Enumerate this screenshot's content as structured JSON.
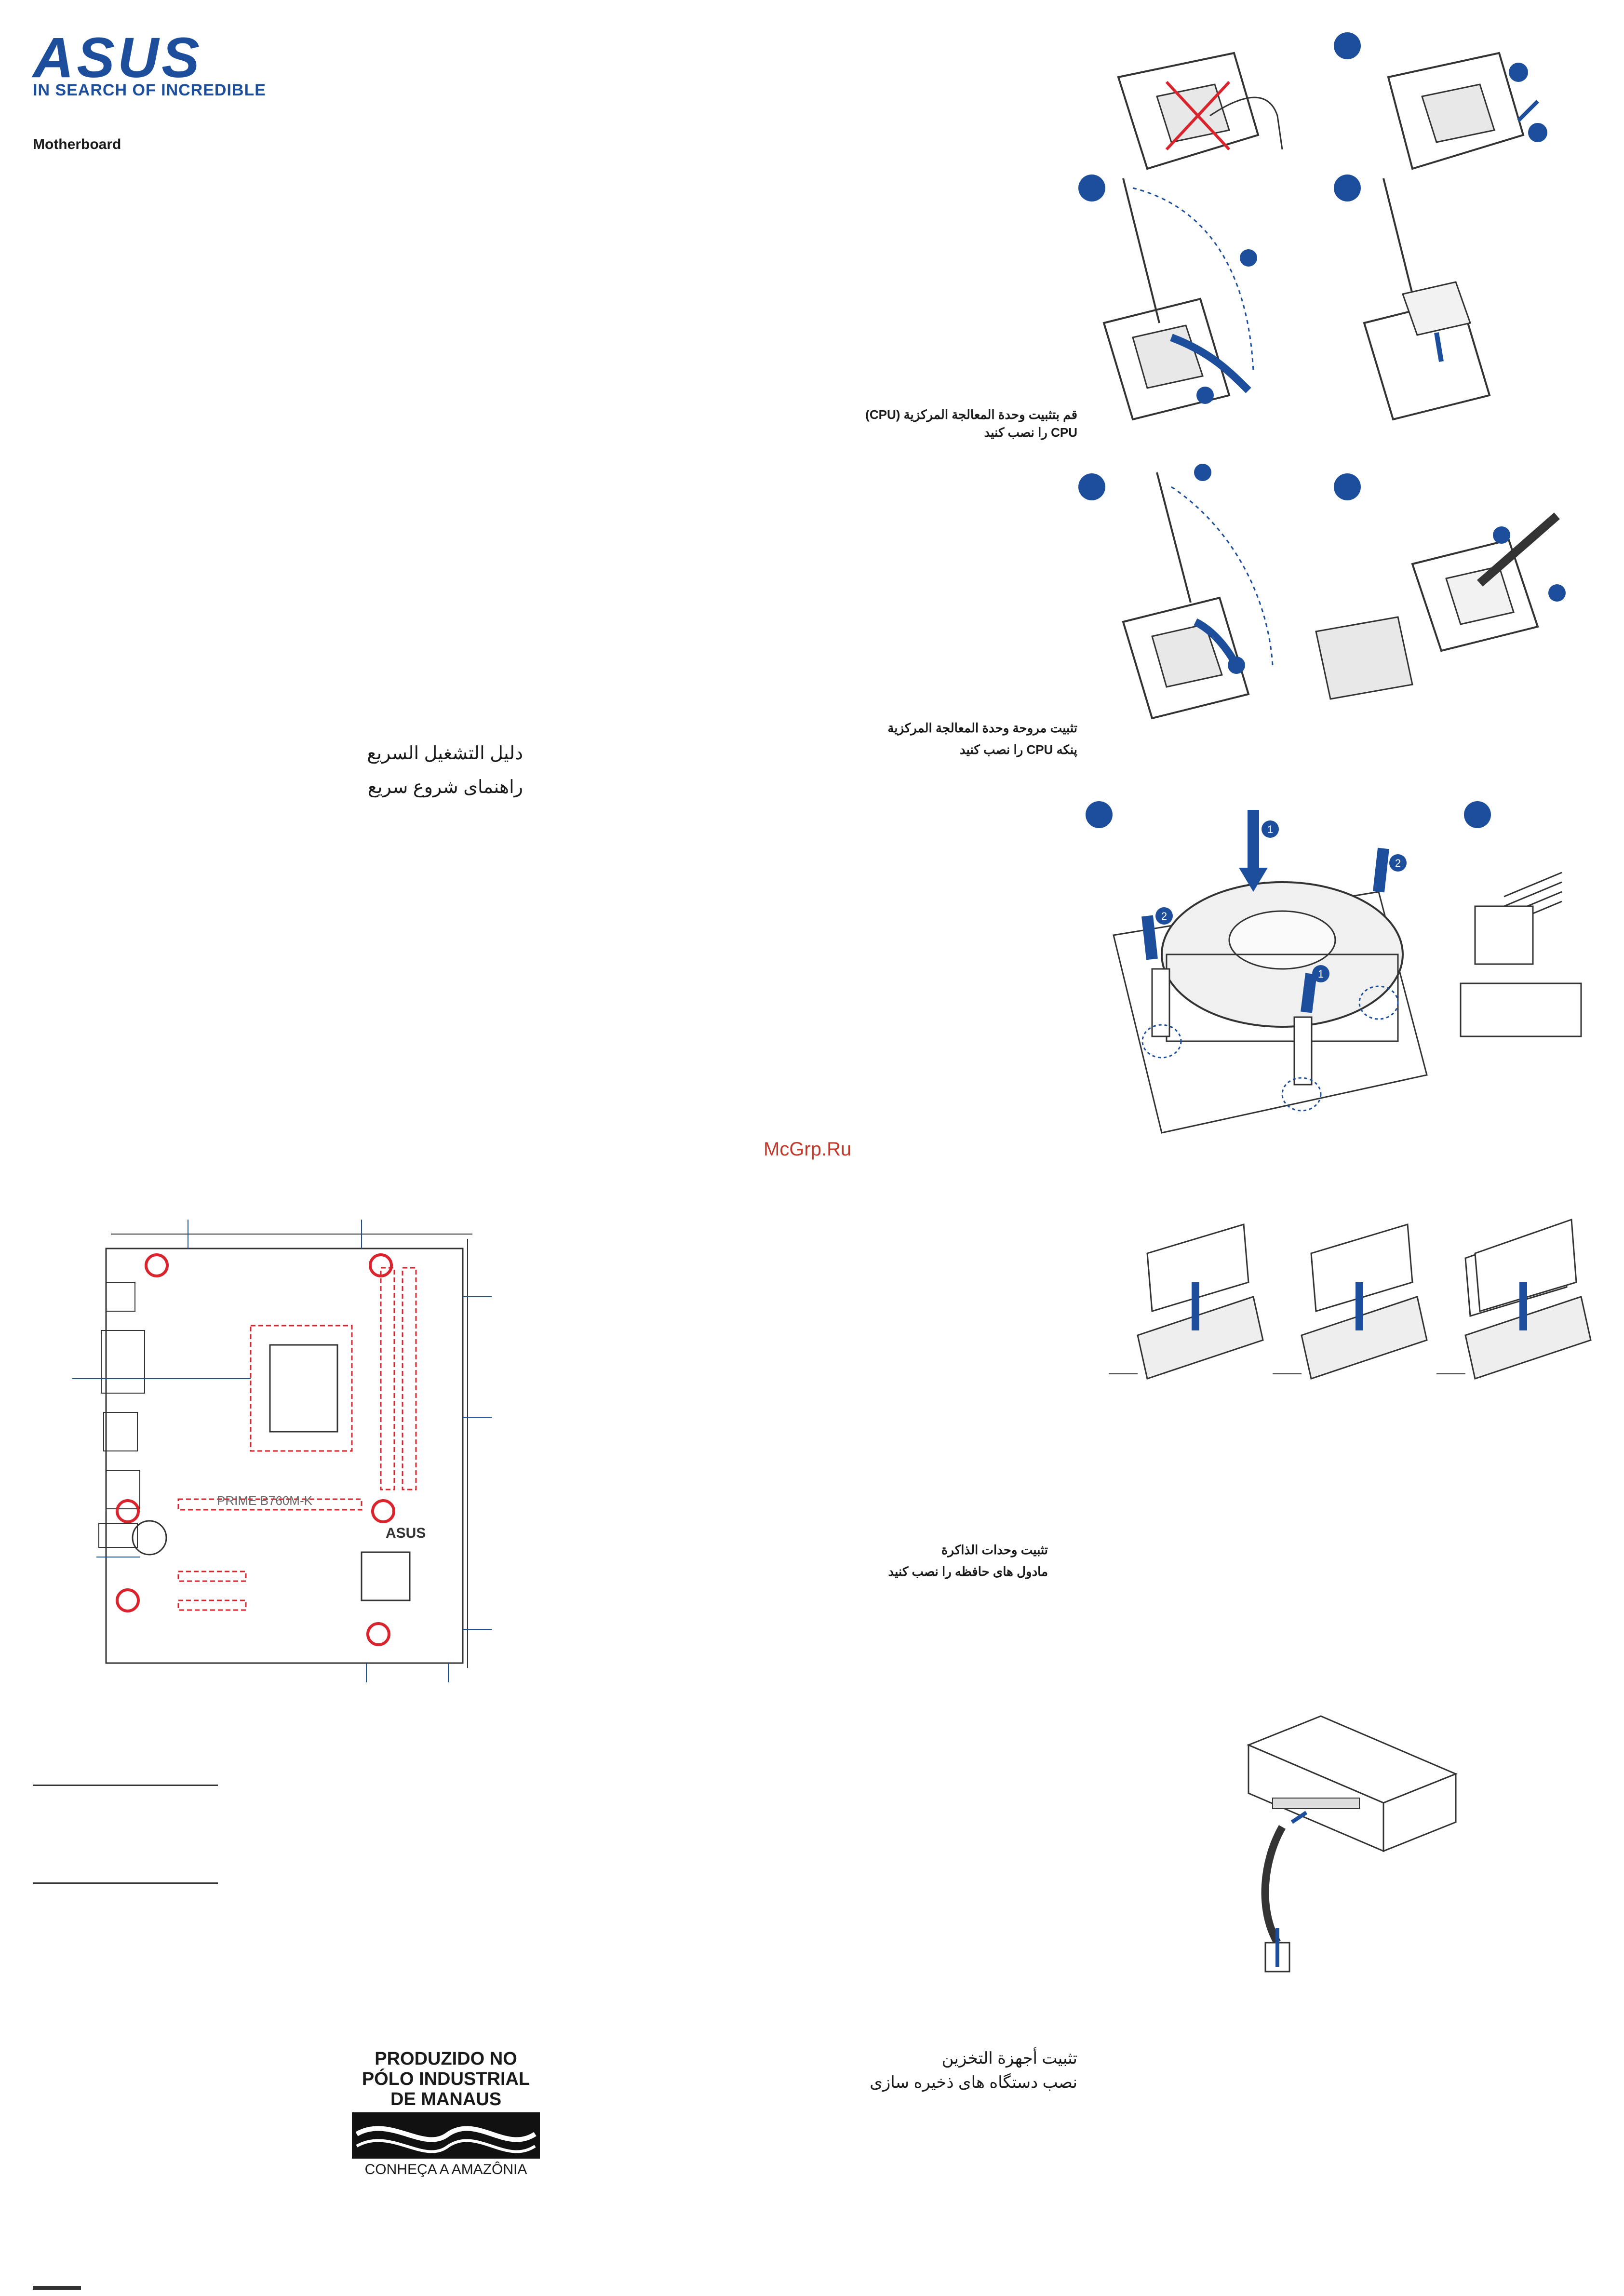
{
  "brand": {
    "logo_text": "ASUS",
    "tagline": "IN SEARCH OF INCREDIBLE",
    "accent_color": "#1d4e9c"
  },
  "product_label": "Motherboard",
  "sections": {
    "cpu_install": {
      "ar": "قم بتثبيت وحدة المعالجة المركزية (CPU)",
      "fa": "CPU را نصب کنید"
    },
    "cooler_install": {
      "ar": "تثبيت مروحة وحدة المعالجة المركزية",
      "fa": "پنکه CPU را نصب کنید"
    },
    "memory_install": {
      "ar": "تثبيت وحدات الذاكرة",
      "fa": "مادول های حافظه را نصب کنید"
    },
    "storage_install": {
      "ar": "تثبيت أجهزة التخزين",
      "fa": "نصب دستگاه های ذخیره سازی"
    }
  },
  "quick_start": {
    "ar": "دليل التشغيل السريع",
    "fa": "راهنمای شروع سریع"
  },
  "watermark": "McGrp.Ru",
  "board": {
    "model": "PRIME B760M-K",
    "logo": "ASUS"
  },
  "manaus": {
    "line1": "PRODUZIDO NO",
    "line2": "PÓLO INDUSTRIAL",
    "line3": "DE MANAUS",
    "footer": "CONHEÇA A AMAZÔNIA"
  },
  "step_badges": [
    "1",
    "2"
  ],
  "colors": {
    "diagram_blue": "#1d4e9c",
    "highlight_red": "#d9232d"
  }
}
